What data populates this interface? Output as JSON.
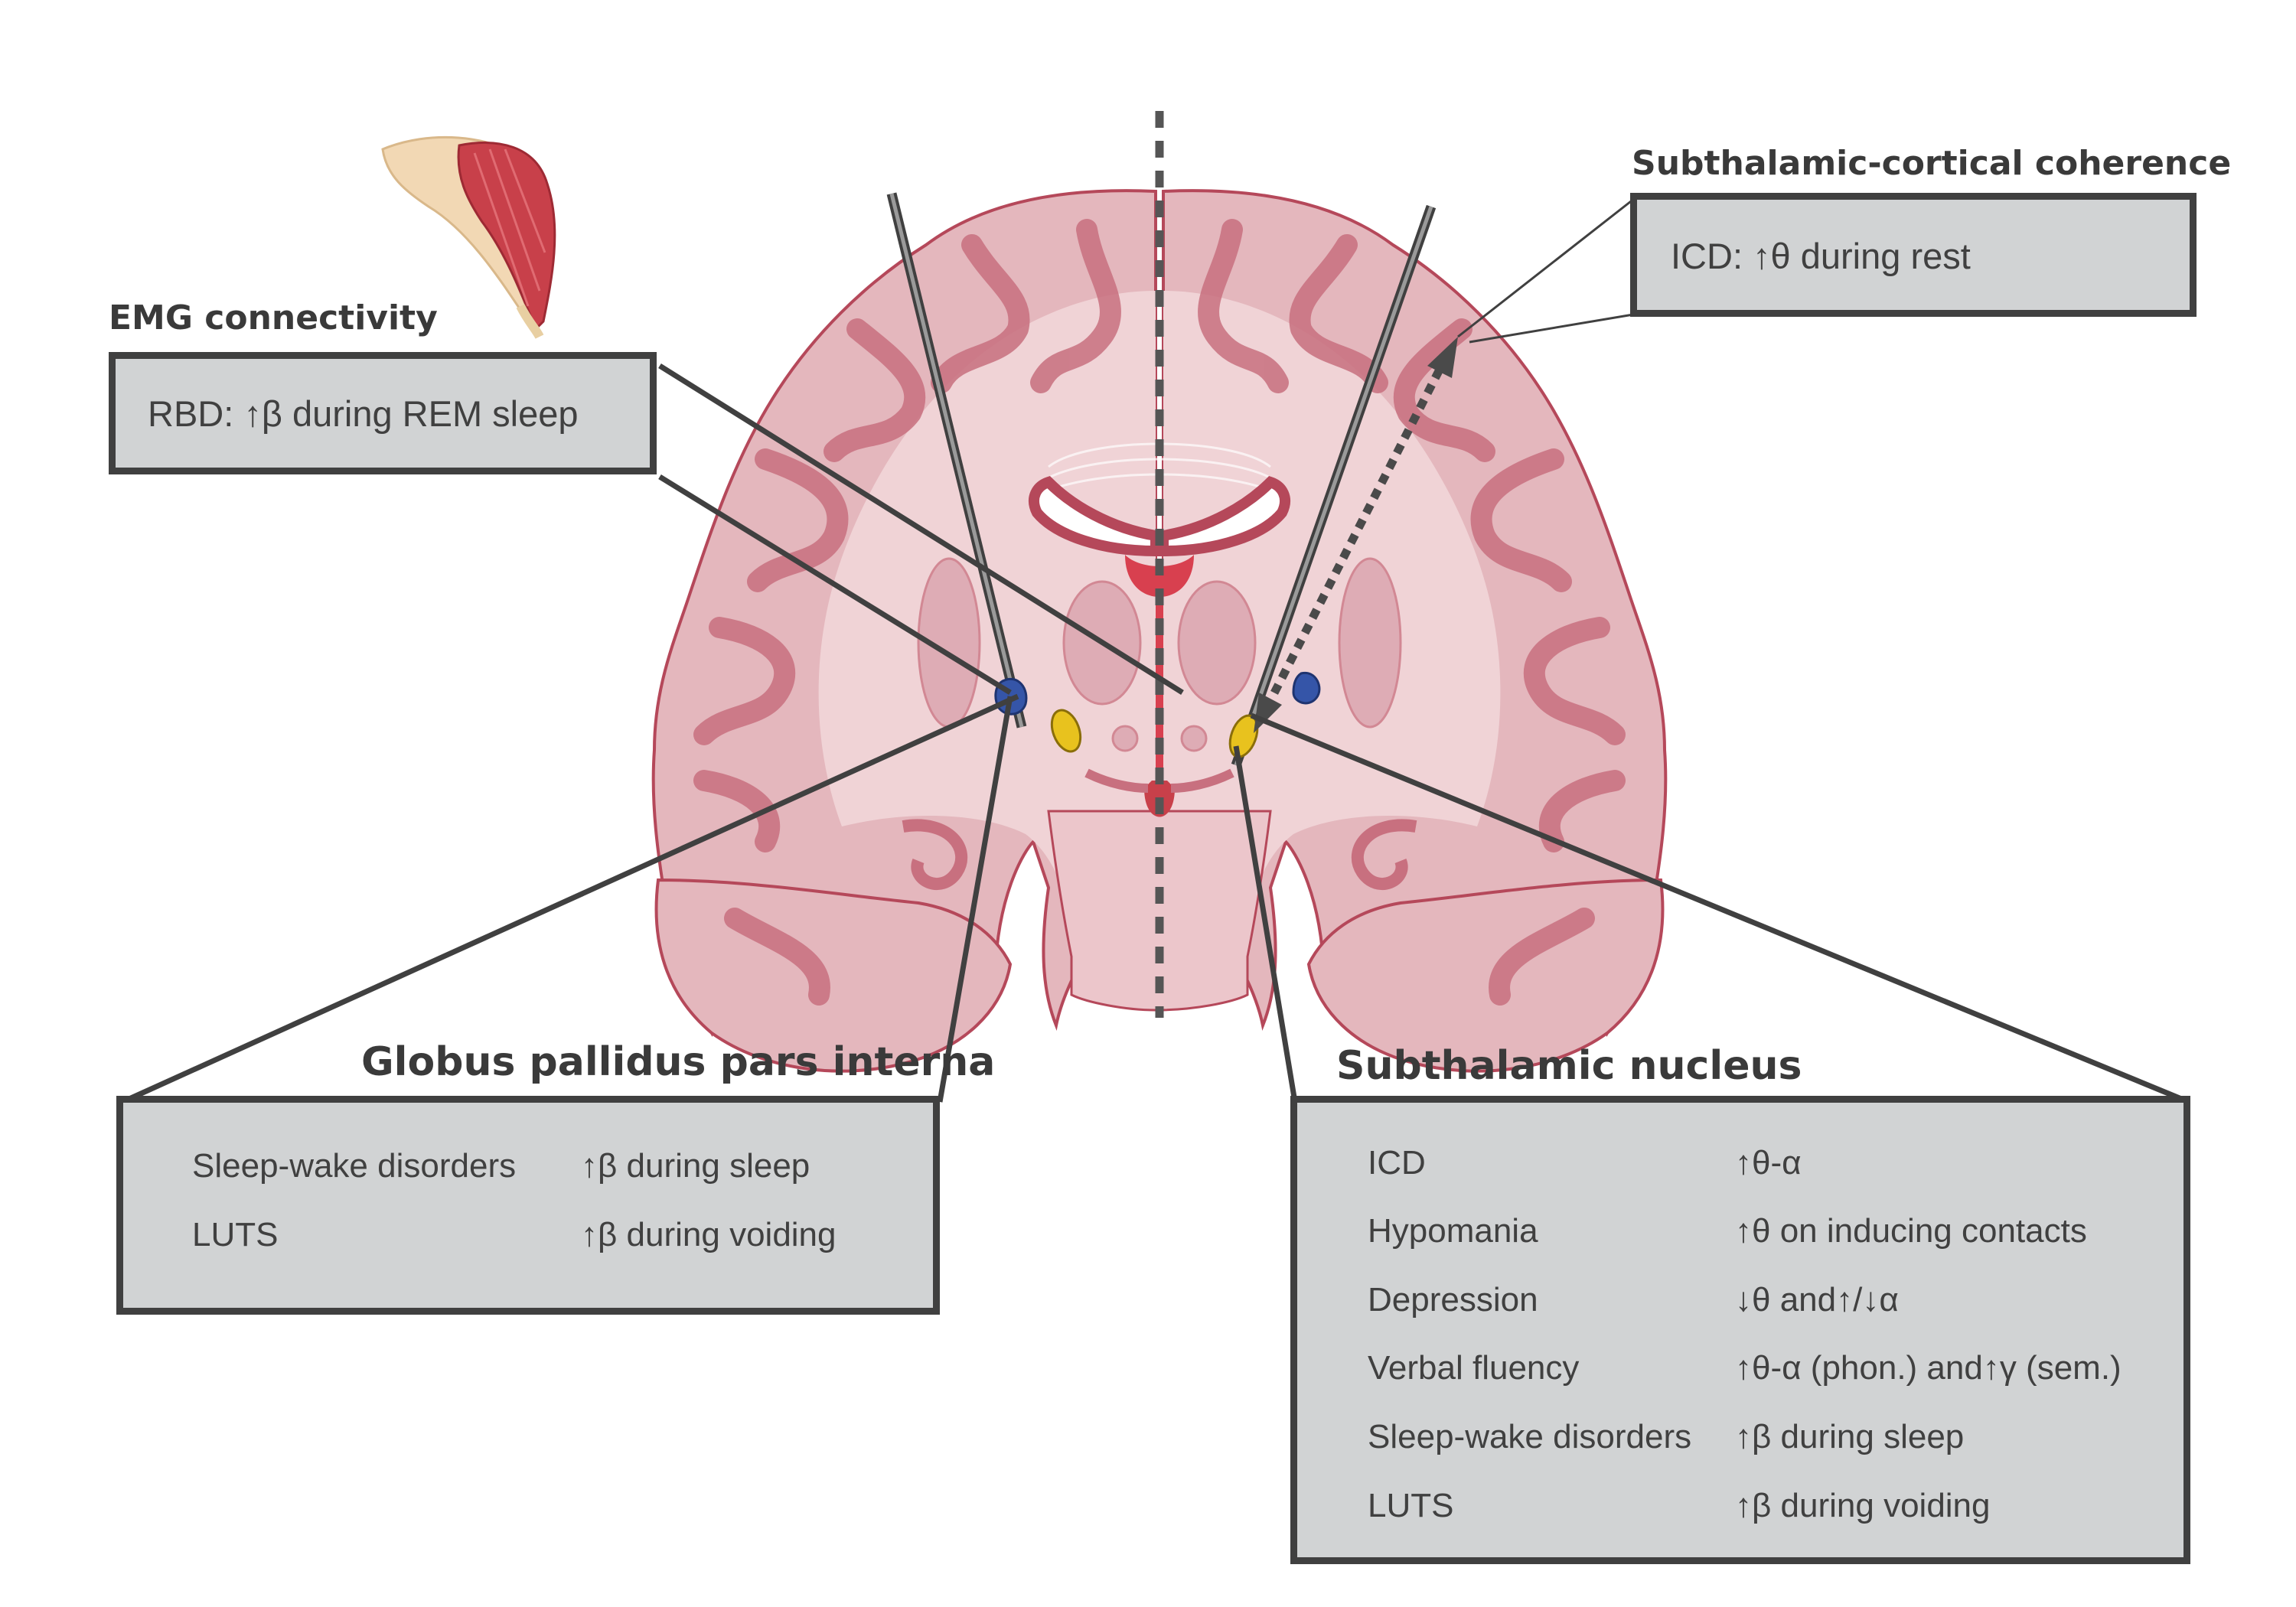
{
  "emg": {
    "title": "EMG connectivity",
    "text": "RBD: ↑β during REM sleep"
  },
  "coherence": {
    "title": "Subthalamic-cortical coherence",
    "text": "ICD: ↑θ during rest"
  },
  "gpi": {
    "title": "Globus pallidus pars interna",
    "rows": [
      {
        "label": "Sleep-wake disorders",
        "value": "↑β during sleep"
      },
      {
        "label": "LUTS",
        "value": "↑β during voiding"
      }
    ]
  },
  "stn": {
    "title": "Subthalamic nucleus",
    "rows": [
      {
        "label": "ICD",
        "value": "↑θ-α"
      },
      {
        "label": "Hypomania",
        "value": "↑θ on inducing contacts"
      },
      {
        "label": "Depression",
        "value": "↓θ and↑/↓α"
      },
      {
        "label": "Verbal fluency",
        "value": "↑θ-α (phon.) and↑γ (sem.)"
      },
      {
        "label": "Sleep-wake disorders",
        "value": "↑β during sleep"
      },
      {
        "label": "LUTS",
        "value": "↑β during voiding"
      }
    ]
  },
  "colors": {
    "brain_fill": "#e4b7bd",
    "brain_inner": "#f0d3d6",
    "brain_outline": "#b5485a",
    "box_fill": "#d1d3d4",
    "box_border": "#404040",
    "gpi_marker": "#3555a8",
    "stn_marker": "#e8c21e",
    "ventricle": "#d8404f"
  }
}
